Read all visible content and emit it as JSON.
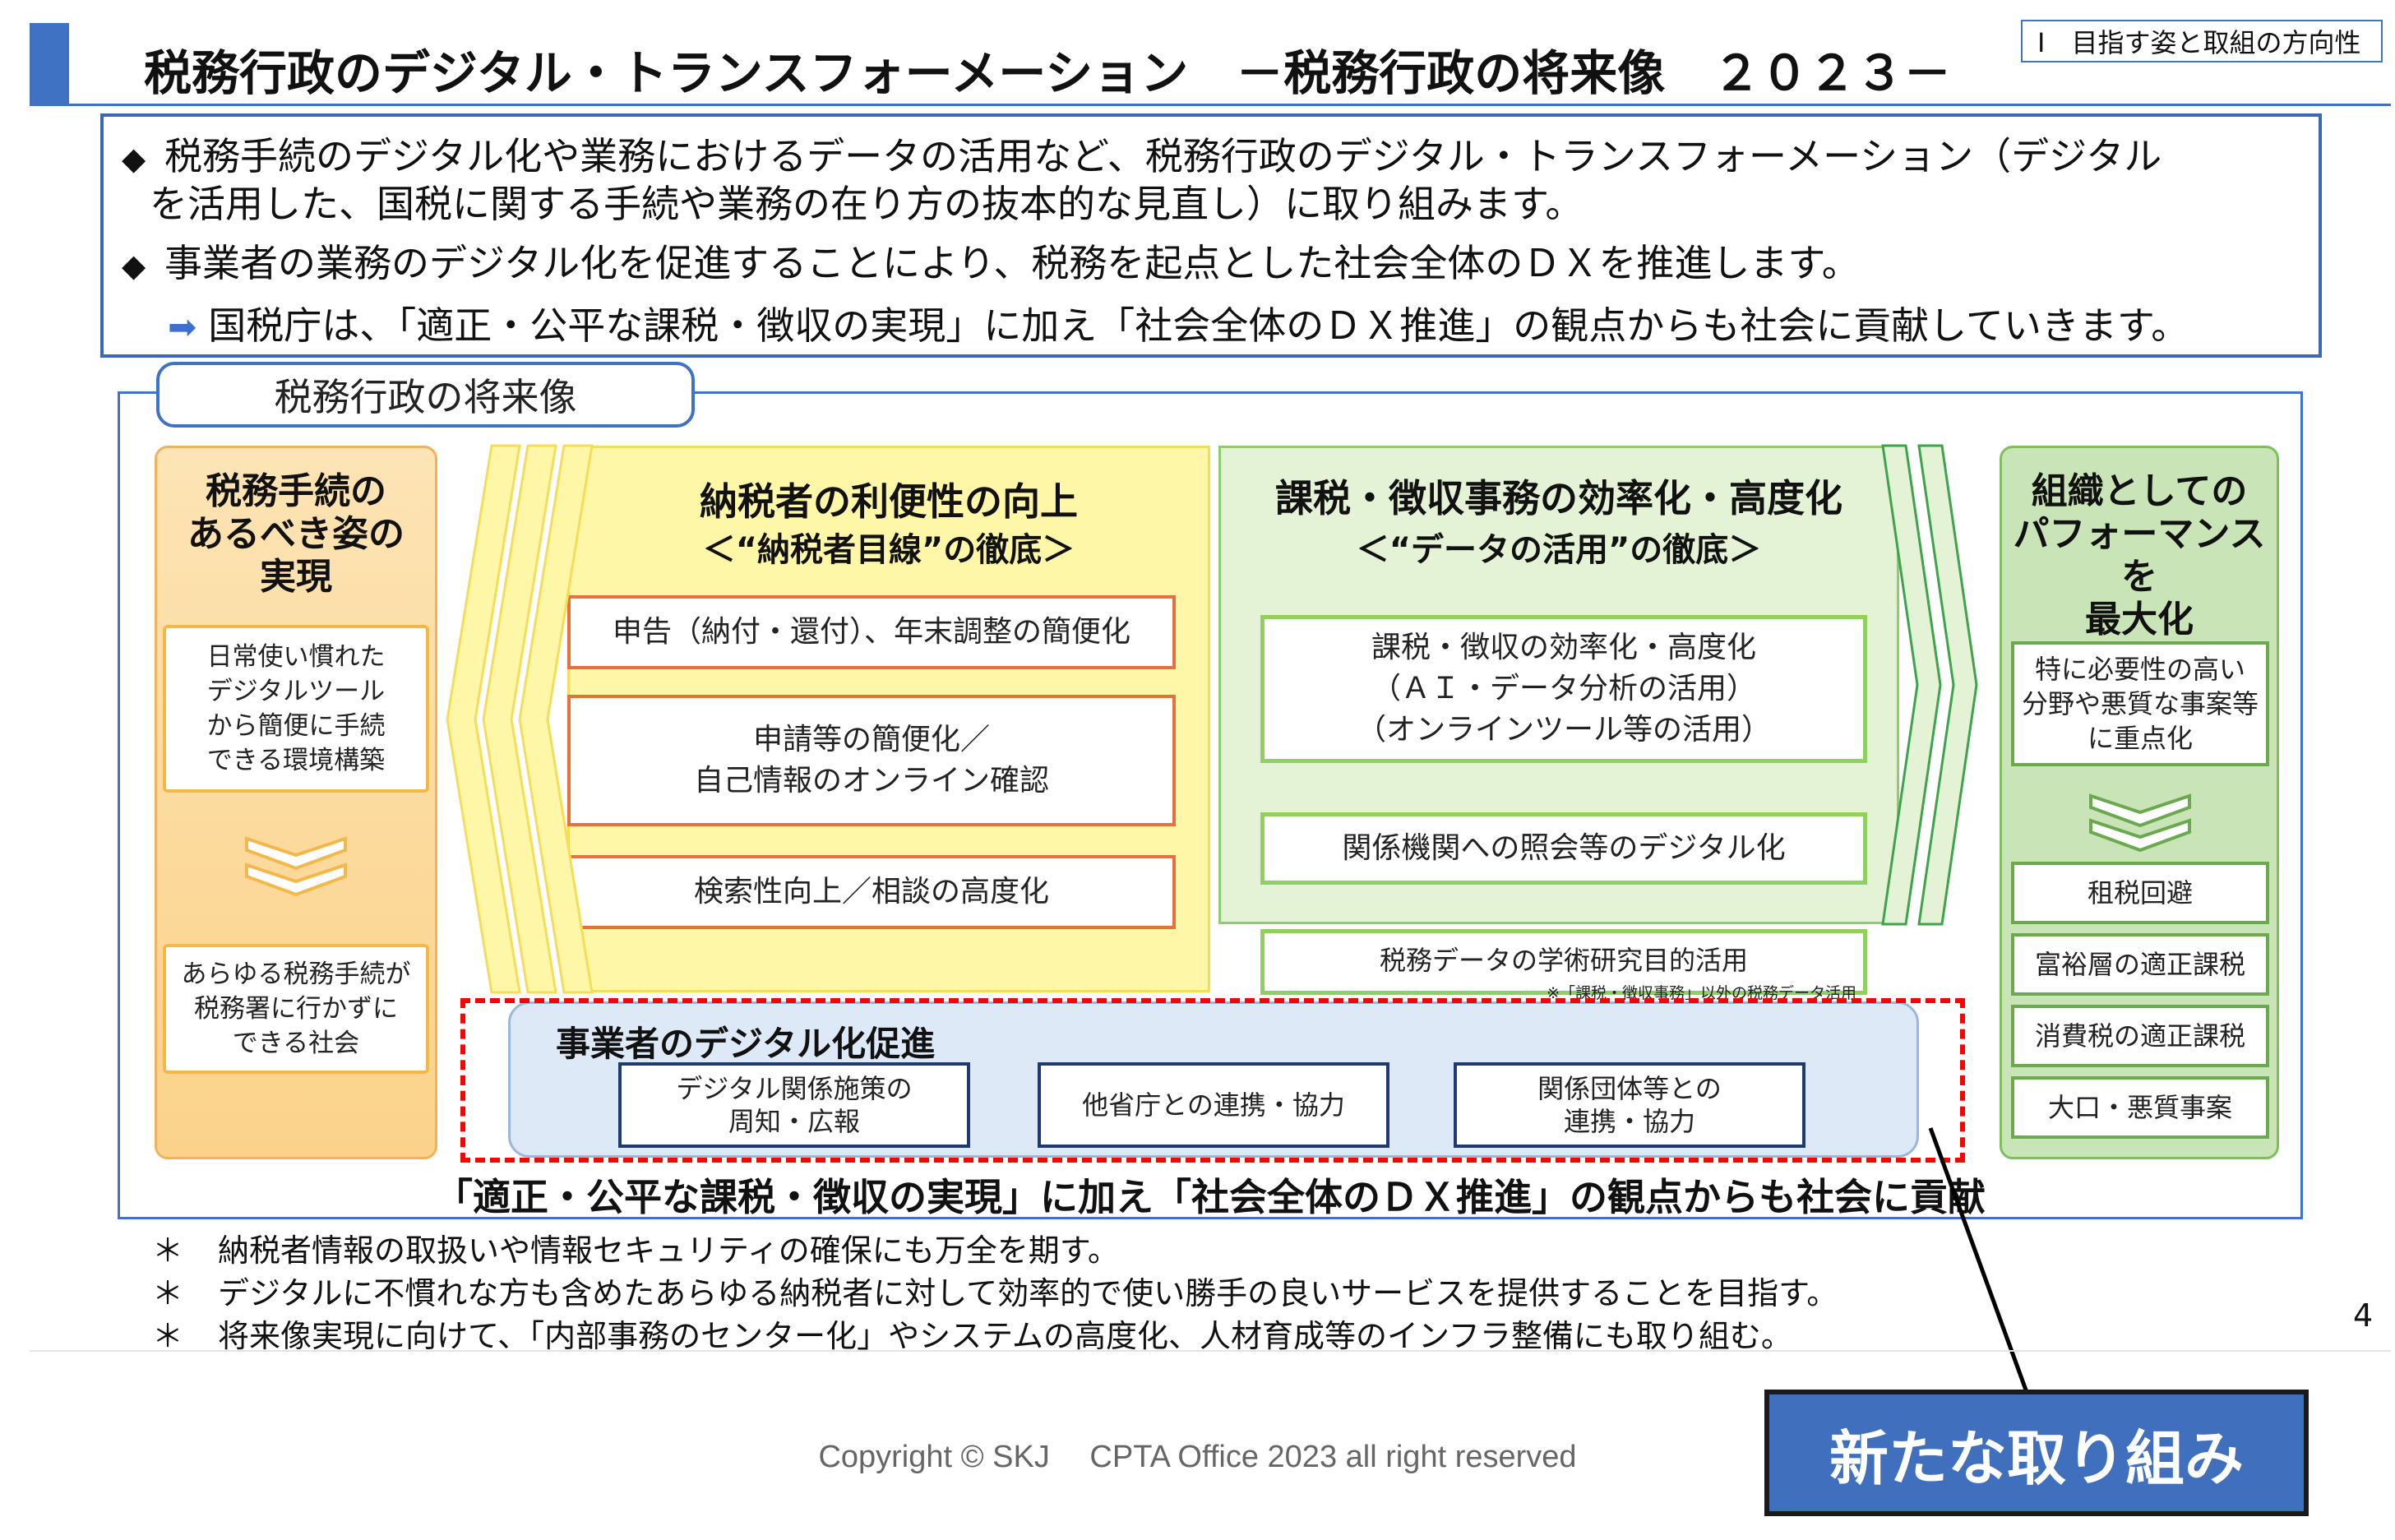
{
  "header": {
    "title": "税務行政のデジタル・トランスフォーメーション　－税務行政の将来像　２０２３－",
    "section_tag": "Ⅰ　目指す姿と取組の方向性"
  },
  "summary": {
    "line1": "税務手続のデジタル化や業務におけるデータの活用など、税務行政のデジタル・トランスフォーメーション（デジタル",
    "line1b": "を活用した、国税に関する手続や業務の在り方の抜本的な見直し）に取り組みます。",
    "line2": "事業者の業務のデジタル化を促進することにより、税務を起点とした社会全体のＤＸを推進します。",
    "line3": "国税庁は、「適正・公平な課税・徴収の実現」に加え「社会全体のＤＸ推進」の観点からも社会に貢献していきます。",
    "bullet": "◆",
    "arrow": "➡"
  },
  "future": {
    "title": "税務行政の将来像",
    "left": {
      "heading": "税務手続の\nあるべき姿の\n実現",
      "card1": "日常使い慣れた\nデジタルツール\nから簡便に手続\nできる環境構築",
      "card2": "あらゆる税務手続が\n税務署に行かずに\nできる社会"
    },
    "taxpayer": {
      "title": "納税者の利便性の向上",
      "subtitle": "＜“納税者目線”の徹底＞",
      "items": [
        "申告（納付・還付）、年末調整の簡便化",
        "申請等の簡便化／\n自己情報のオンライン確認",
        "検索性向上／相談の高度化"
      ]
    },
    "efficiency": {
      "title": "課税・徴収事務の効率化・高度化",
      "subtitle": "＜“データの活用”の徹底＞",
      "items": [
        "課税・徴収の効率化・高度化\n（ＡＩ・データ分析の活用）\n（オンラインツール等の活用）",
        "関係機関への照会等のデジタル化"
      ],
      "research": "税務データの学術研究目的活用",
      "research_note": "※「課税・徴収事務」以外の税務データ活用"
    },
    "organization": {
      "heading": "組織としての\nパフォーマンスを\n最大化",
      "focus": "特に必要性の高い\n分野や悪質な事案等\nに重点化",
      "items": [
        "租税回避",
        "富裕層の適正課税",
        "消費税の適正課税",
        "大口・悪質事案"
      ]
    },
    "business": {
      "title": "事業者のデジタル化促進",
      "items": [
        "デジタル関係施策の\n周知・広報",
        "他省庁との連携・協力",
        "関係団体等との\n連携・協力"
      ]
    },
    "slogan": "「適正・公平な課税・徴収の実現」に加え「社会全体のＤＸ推進」の観点からも社会に貢献"
  },
  "notes": {
    "star": "＊",
    "items": [
      "納税者情報の取扱いや情報セキュリティの確保にも万全を期す。",
      "デジタルに不慣れな方も含めたあらゆる納税者に対して効率的で使い勝手の良いサービスを提供することを目指す。",
      "将来像実現に向けて、「内部事務のセンター化」やシステムの高度化、人材育成等のインフラ整備にも取り組む。"
    ]
  },
  "page_number": "4",
  "copyright": "Copyright © SKJ　 CPTA Office 2023 all right reserved",
  "callout": "新たな取り組み",
  "colors": {
    "accent_blue": "#3f72c3",
    "orange": "#f4b84a",
    "yellow": "#fff7a8",
    "green": "#e4f2d6",
    "dashed_red": "#ff0000",
    "callout_bg": "#3f6fbd"
  }
}
